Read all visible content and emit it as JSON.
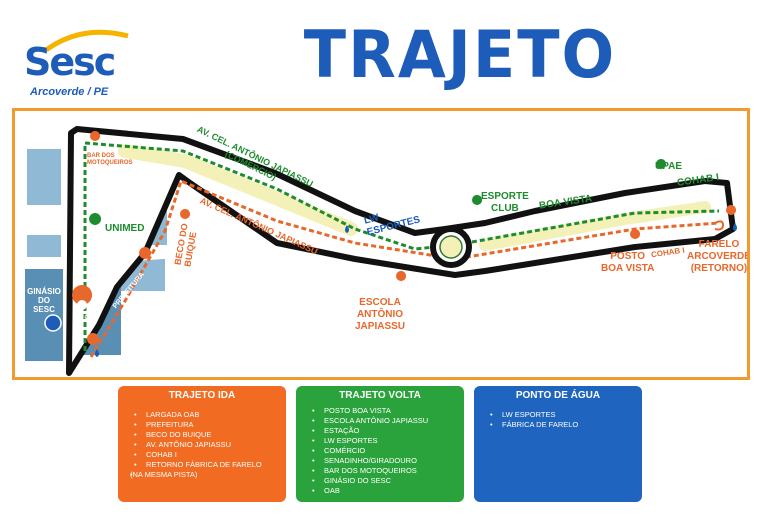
{
  "header": {
    "logo_text": "Sesc",
    "logo_location": "Arcoverde / PE",
    "title": "TRAJETO CORRIDA"
  },
  "map_labels": {
    "bar_motoqueiros": [
      "BAR DOS",
      "MOTOQUEIROS"
    ],
    "unimed": "UNIMED",
    "ginasio": [
      "GINÁSIO",
      "DO",
      "SESC"
    ],
    "oab": "OAB",
    "prefeitura": "PREFEITURA",
    "beco_buique": [
      "BECO DO",
      "BUIQUE"
    ],
    "av_comercio": [
      "AV. CEL. ANTÔNIO JAPIASSU",
      "(COMÉRCIO)"
    ],
    "av_japiassu": "AV. CEL. ANTÔNIO JAPIASSU",
    "lw_esportes": [
      "LW",
      "ESPORTES"
    ],
    "escola": [
      "ESCOLA",
      "ANTÔNIO",
      "JAPIASSU"
    ],
    "esporte_club": [
      "ESPORTE",
      "CLUB"
    ],
    "boa_vista": "BOA VISTA",
    "posto_boa_vista": [
      "POSTO",
      "BOA VISTA"
    ],
    "upae": "UPAE",
    "cohab_top": "COHAB I",
    "cohab_bottom": "COHAB I",
    "farelo": [
      "FARELO",
      "ARCOVERDE",
      "(RETORNO)"
    ]
  },
  "legend": {
    "ida": {
      "title": "TRAJETO IDA",
      "items": [
        "LARGADA OAB",
        "PREFEITURA",
        "BECO DO BUIQUE",
        "AV. ANTÔNIO JAPIASSU",
        "COHAB I",
        "RETORNO FÁBRICA DE FARELO",
        "(NA MESMA PISTA)"
      ]
    },
    "volta": {
      "title": "TRAJETO VOLTA",
      "items": [
        "POSTO BOA VISTA",
        "ESCOLA ANTÔNIO JAPIASSU",
        "ESTAÇÃO",
        "LW ESPORTES",
        "COMÉRCIO",
        "SENADINHO/GIRADOURO",
        "BAR DOS MOTOQUEIROS",
        "GINÁSIO DO SESC",
        "OAB"
      ]
    },
    "agua": {
      "title": "PONTO DE ÁGUA",
      "items": [
        "LW ESPORTES",
        "FÁBRICA DE FARELO"
      ]
    }
  },
  "colors": {
    "brand_blue": "#1d5cb8",
    "route_orange": "#e8672b",
    "route_green": "#1e8c2e",
    "frame_orange": "#f29a2e",
    "road_fill": "#f3f1b8",
    "block_blue": "#8fb9d4"
  },
  "icons": [
    "map-pin-icon",
    "water-drop-icon",
    "return-arrow-icon",
    "roundabout-icon",
    "oab-marker-icon"
  ]
}
